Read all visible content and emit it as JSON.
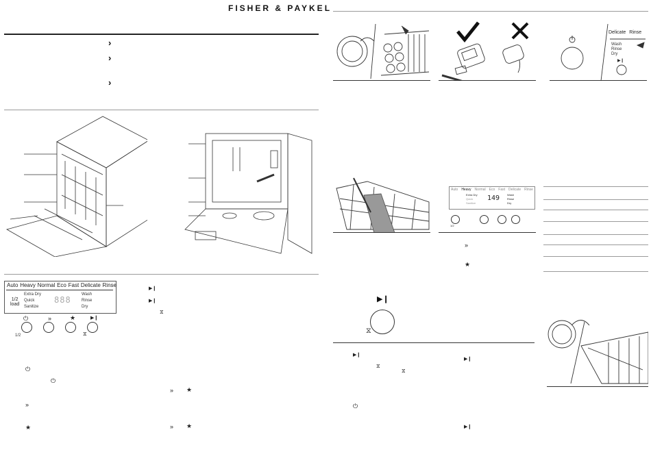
{
  "brand": "FISHER & PAYKEL",
  "icons": {
    "chevron": "›",
    "play_pause": "▶❙",
    "power": "⏻",
    "delay": "⧖",
    "fast_forward": "»",
    "star": "★"
  },
  "main_panel": {
    "programs": [
      "Auto",
      "Heavy",
      "Normal",
      "Eco",
      "Fast",
      "Delicate",
      "Rinse"
    ],
    "half_load": "1/2",
    "half_load_sub": "load",
    "options": [
      "Extra Dry",
      "Quick",
      "Sanitize"
    ],
    "display": "888",
    "status": [
      "Wash",
      "Rinse",
      "Dry"
    ],
    "half_label": "1/2"
  },
  "small_panel": {
    "programs": [
      "Auto",
      "Heavy",
      "Normal",
      "Eco",
      "Fast",
      "Delicate",
      "Rinse"
    ],
    "options": [
      "Extra Dry",
      "Quick",
      "Sanitize"
    ],
    "display": "149",
    "status": [
      "Wash",
      "Rinse",
      "Dry"
    ],
    "half_label": "1/2"
  },
  "rinse_panel": {
    "programs": [
      "Delicate",
      "Rinse"
    ],
    "status": [
      "Wash",
      "Rinse",
      "Dry"
    ]
  }
}
